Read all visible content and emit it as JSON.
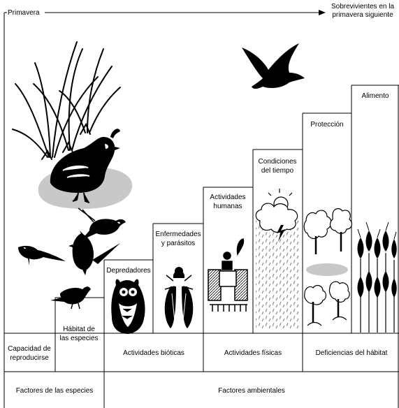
{
  "top": {
    "start_label": "Primavera",
    "end_label_line1": "Sobrevivientes en la",
    "end_label_line2": "primavera siguiente"
  },
  "steps": [
    {
      "id": "capacidad",
      "line1": "Capacidad de",
      "line2": "reproducirse"
    },
    {
      "id": "habitat",
      "line1": "Hábitat de",
      "line2": "las especies"
    },
    {
      "id": "depredadores",
      "line1": "Depredadores",
      "line2": ""
    },
    {
      "id": "enfermedades",
      "line1": "Enfermedades",
      "line2": "y parásitos"
    },
    {
      "id": "actividades-humanas",
      "line1": "Actividades",
      "line2": "humanas"
    },
    {
      "id": "condiciones",
      "line1": "Condiciones",
      "line2": "del tiempo"
    },
    {
      "id": "proteccion",
      "line1": "Protección",
      "line2": ""
    },
    {
      "id": "alimento",
      "line1": "Alimento",
      "line2": ""
    }
  ],
  "groups": {
    "bioticas": "Actividades bióticas",
    "fisicas": "Actividades físicas",
    "habitat": "Deficiencias del hábitat"
  },
  "bottom": {
    "especies": "Factores de las especies",
    "ambientales": "Factores ambientales"
  },
  "icons": [
    "grass-icon",
    "quail-icon",
    "hawk-icon",
    "bird-icon",
    "cardinal-icon",
    "owl-icon",
    "insect-icon",
    "tractor-icon",
    "storm-cloud-icon",
    "rain-icon",
    "trees-icon",
    "wheat-icon"
  ]
}
